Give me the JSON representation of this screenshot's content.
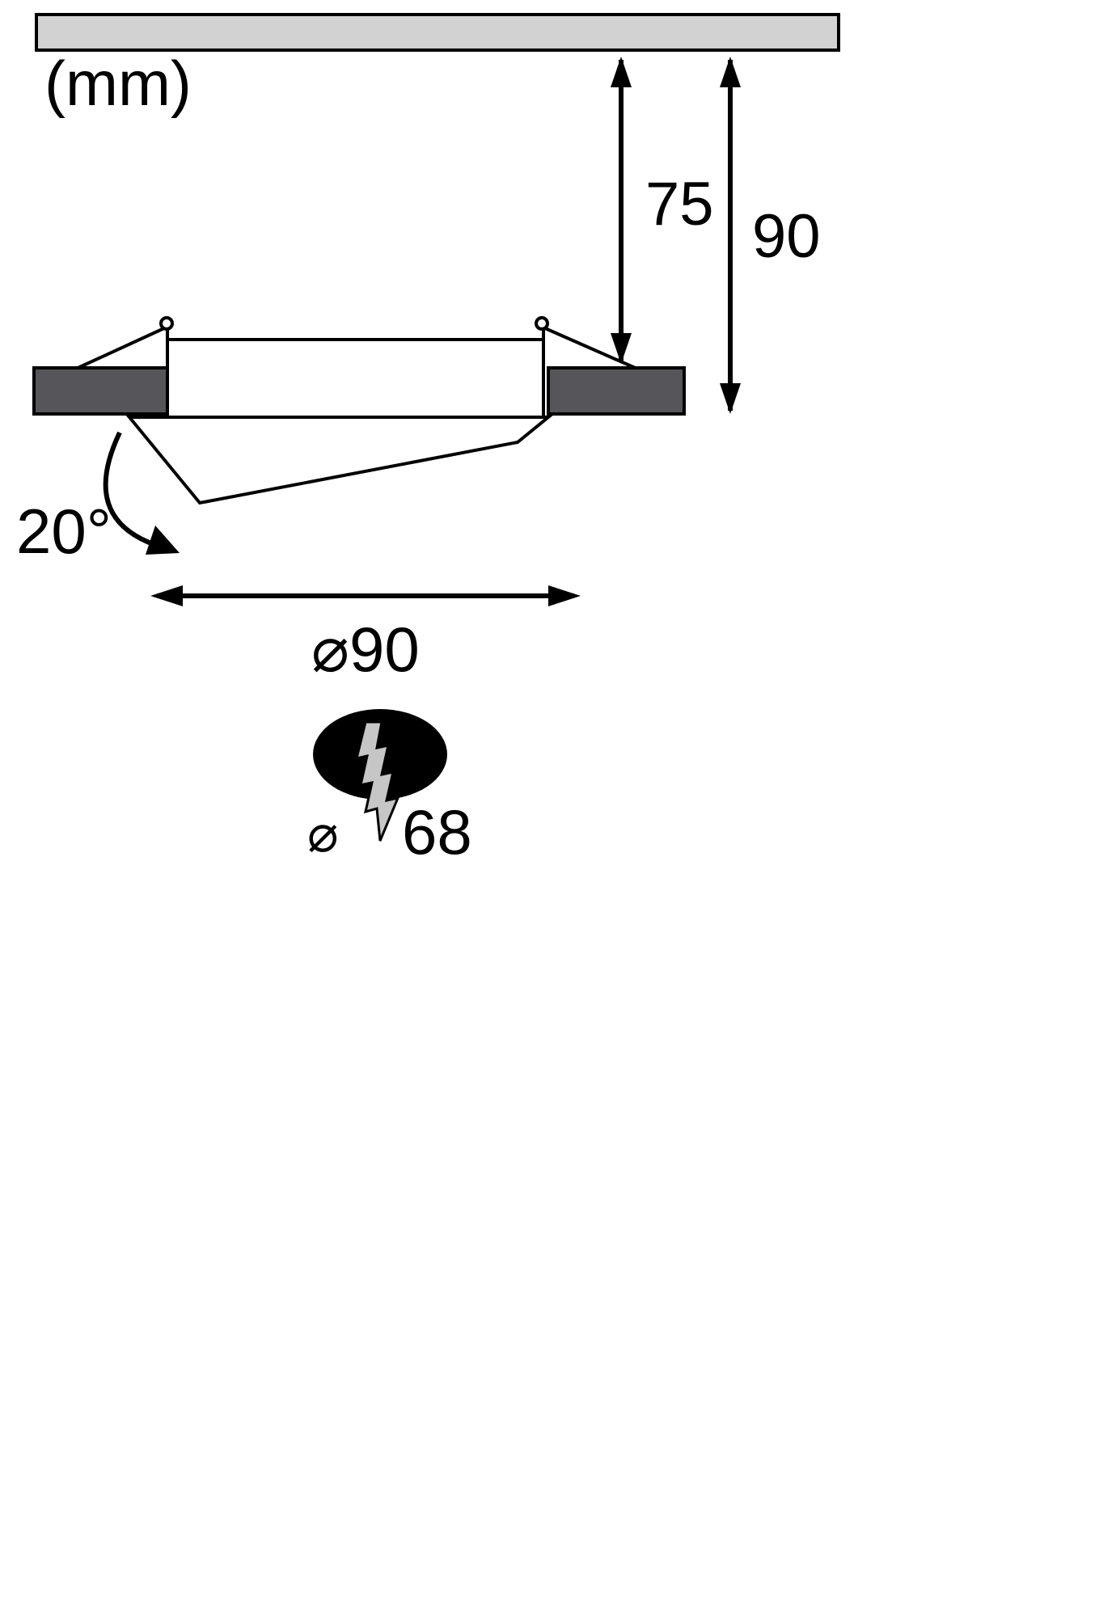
{
  "diagram": {
    "unit_label": "(mm)",
    "dimensions": {
      "recess_depth": "75",
      "total_depth": "90",
      "tilt_angle": "20°",
      "outer_diameter": "⌀90",
      "cutout_symbol": "⌀",
      "cutout_value": "68"
    },
    "icons": {
      "cutout_marker": "lightning-bolt-icon"
    },
    "colors": {
      "ceiling_fill": "#d2d2d2",
      "trim_fill": "#55555a",
      "line": "#000000",
      "bolt_fill": "#c6c6c6",
      "cutout_fill": "#000000"
    }
  }
}
